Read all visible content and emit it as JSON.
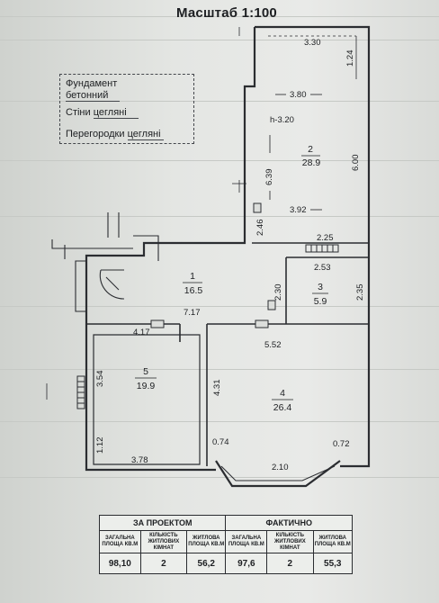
{
  "title": "Масштаб 1:100",
  "stamp": {
    "foundation_label": "Фундамент",
    "foundation_value": "бетонний",
    "walls_label": "Стіни",
    "walls_value": "цегляні",
    "partitions_label": "Перегородки",
    "partitions_value": "цегляні"
  },
  "plan": {
    "rooms": [
      {
        "number": "1",
        "area": "16.5"
      },
      {
        "number": "2",
        "area": "28.9"
      },
      {
        "number": "3",
        "area": "5.9"
      },
      {
        "number": "4",
        "area": "26.4"
      },
      {
        "number": "5",
        "area": "19.9"
      }
    ],
    "dims": {
      "d330": "3.30",
      "d124": "1.24",
      "d380": "3.80",
      "h320": "h-3.20",
      "d639": "6.39",
      "d600": "6.00",
      "d392": "3.92",
      "d246": "2.46",
      "d225": "2.25",
      "d253": "2.53",
      "d230": "2.30",
      "d235": "2.35",
      "d717": "7.17",
      "d417": "4.17",
      "d552": "5.52",
      "d354": "3.54",
      "d431": "4.31",
      "d112": "1.12",
      "d378": "3.78",
      "d074": "0.74",
      "d072": "0.72",
      "d210": "2.10"
    }
  },
  "table": {
    "project_header": "ЗА ПРОЕКТОМ",
    "actual_header": "ФАКТИЧНО",
    "col_total": "ЗАГАЛЬНА ПЛОЩА КВ.М",
    "col_rooms": "КІЛЬКІСТЬ ЖИТЛОВИХ КІМНАТ",
    "col_living": "ЖИТЛОВА ПЛОЩА КВ.М",
    "project": {
      "total": "98,10",
      "rooms": "2",
      "living": "56,2"
    },
    "actual": {
      "total": "97,6",
      "rooms": "2",
      "living": "55,3"
    }
  }
}
